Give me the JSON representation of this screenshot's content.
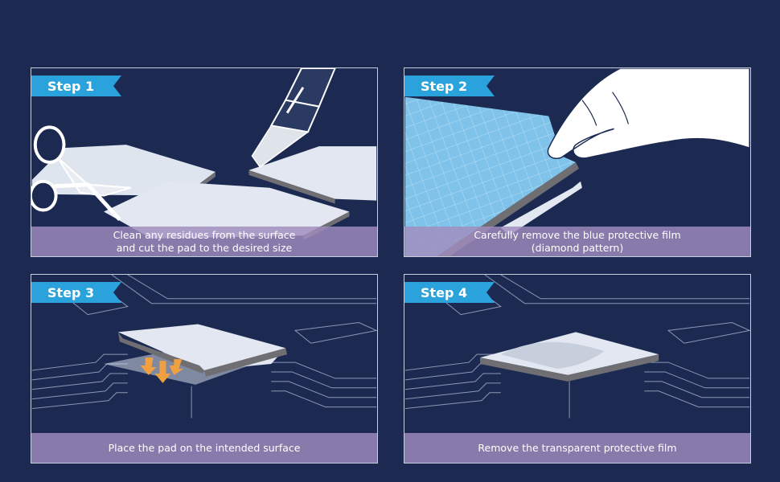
{
  "colors": {
    "background": "#1c2a52",
    "tag": "#2aa3dd",
    "caption_band": "#a08cbe",
    "pad_top": "#e2e7f1",
    "pad_edge": "#6f6f73",
    "blue_film": "#7fc3ea"
  },
  "steps": [
    {
      "label": "Step 1",
      "caption_line1": "Clean any residues from the surface",
      "caption_line2": "and cut the pad to the desired size",
      "icons": [
        "scissors-icon",
        "cutter-knife-icon"
      ]
    },
    {
      "label": "Step 2",
      "caption_line1": "Carefully remove the blue protective film",
      "caption_line2": "(diamond pattern)",
      "icons": [
        "hand-icon"
      ]
    },
    {
      "label": "Step 3",
      "caption_line1": "Place the pad on the intended surface",
      "caption_line2": "",
      "icons": [
        "down-arrows-icon"
      ]
    },
    {
      "label": "Step 4",
      "caption_line1": "Remove the transparent protective film",
      "caption_line2": "",
      "icons": []
    }
  ]
}
